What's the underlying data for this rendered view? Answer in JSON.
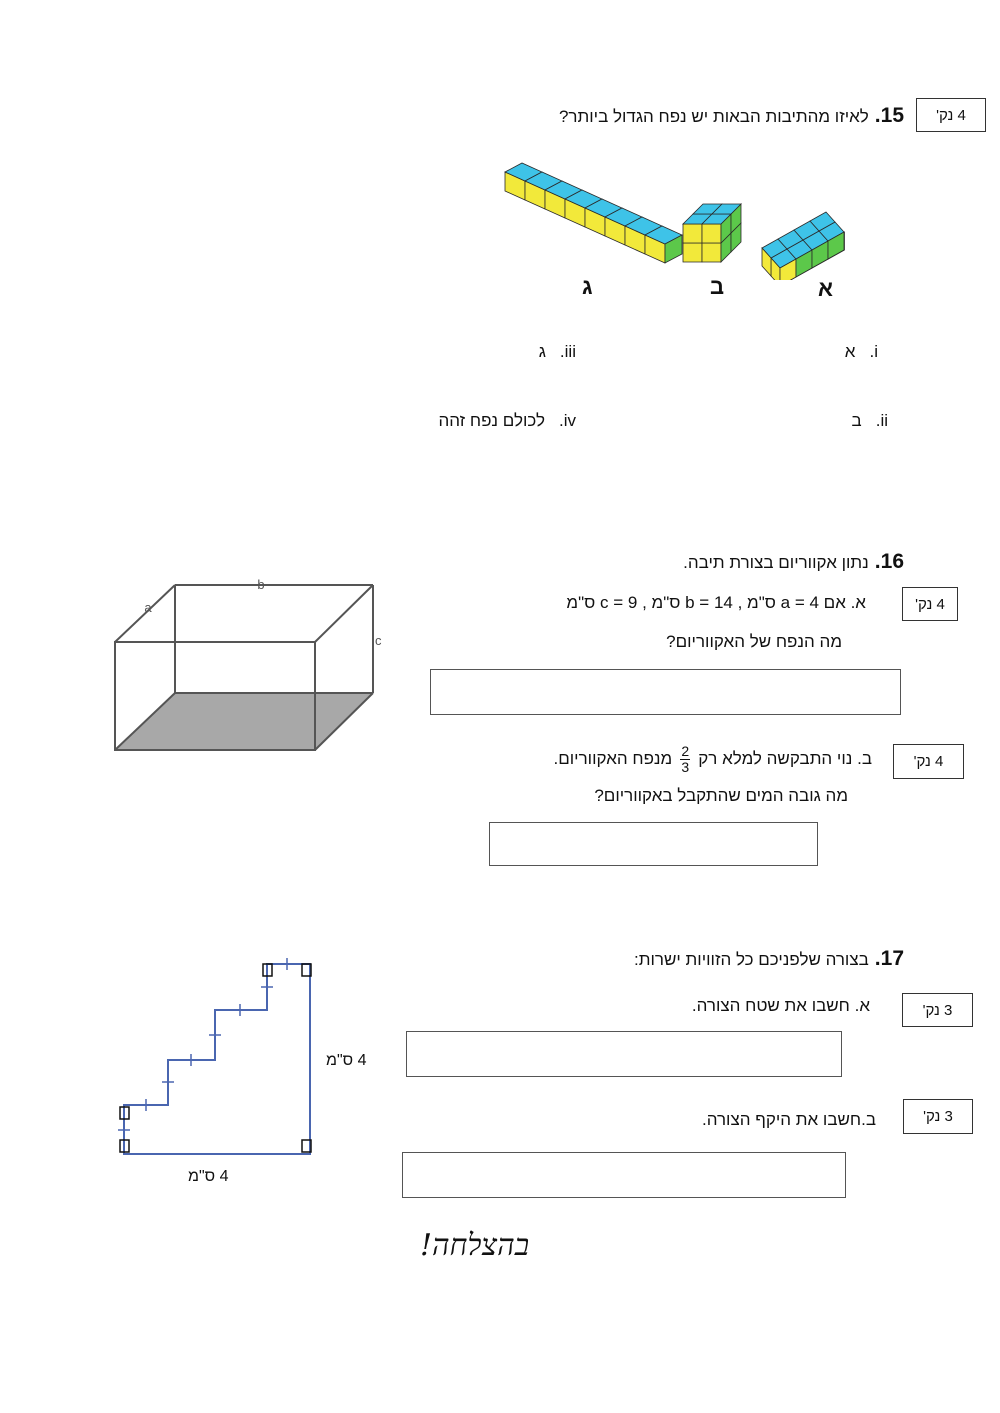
{
  "q15": {
    "points": "4 נק'",
    "number": "15.",
    "text": "לאיזו מהתיבות הבאות יש נפח הגדול ביותר?",
    "labels": {
      "a": "א",
      "b": "ב",
      "c": "ג"
    },
    "options": [
      {
        "num": "i.",
        "text": "א"
      },
      {
        "num": "ii.",
        "text": "ב"
      },
      {
        "num": "iii.",
        "text": "ג"
      },
      {
        "num": "iv.",
        "text": "לכולם נפח זהה"
      }
    ]
  },
  "q16": {
    "number": "16.",
    "text": "נתון אקווריום בצורת תיבה.",
    "a": {
      "points": "4 נק'",
      "line1": "א. אם  a = 4 ס\"מ  ,  b = 14 ס\"מ  , c = 9 ס\"מ",
      "line2": "מה הנפח של האקווריום?"
    },
    "b": {
      "points": "4 נק'",
      "before": "ב. נוי התבקשה למלא רק",
      "frac_num": "2",
      "frac_den": "3",
      "after": "מנפח האקווריום.",
      "line2": "מה גובה המים שהתקבל באקווריום?"
    },
    "box_labels": {
      "a": "a",
      "b": "b",
      "c": "c"
    }
  },
  "q17": {
    "number": "17.",
    "text": "בצורה שלפניכם כל הזוויות ישרות:",
    "a": {
      "points": "3 נק'",
      "text": "א. חשבו את שטח הצורה."
    },
    "b": {
      "points": "3 נק'",
      "text": "ב.חשבו את היקף הצורה."
    },
    "side_right": "4 ס\"מ",
    "side_bottom": "4 ס\"מ"
  },
  "footer": {
    "text": "בהצלחה!"
  },
  "colors": {
    "cube_yellow": "#f2e93a",
    "cube_green": "#5cc84a",
    "cube_cyan": "#3ec3e8",
    "shape_line": "#4a66b0",
    "floor_gray": "#a8a8a8"
  }
}
